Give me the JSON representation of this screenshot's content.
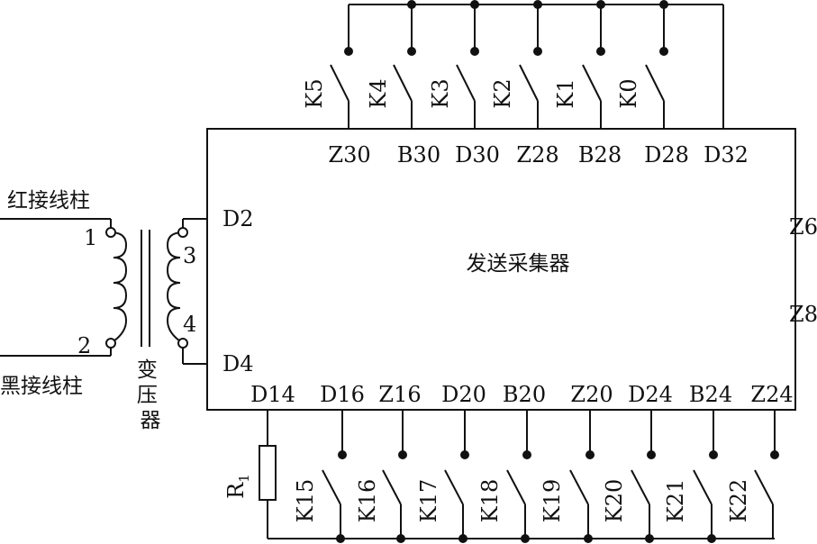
{
  "collector": {
    "label": "发送采集器",
    "top_pins": [
      "Z30",
      "B30",
      "D30",
      "Z28",
      "B28",
      "D28",
      "D32"
    ],
    "bottom_pins": [
      "D14",
      "D16",
      "Z16",
      "D20",
      "B20",
      "Z20",
      "D24",
      "B24",
      "Z24"
    ],
    "left_pins": [
      "D2",
      "D4"
    ],
    "right_pins": [
      "Z6",
      "Z8"
    ]
  },
  "top_switches": [
    "K5",
    "K4",
    "K3",
    "K2",
    "K1",
    "K0"
  ],
  "bottom_switches": [
    "K15",
    "K16",
    "K17",
    "K18",
    "K19",
    "K20",
    "K21",
    "K22"
  ],
  "transformer": {
    "label": "变压器",
    "primary_terminals": [
      "1",
      "2"
    ],
    "secondary_terminals": [
      "3",
      "4"
    ]
  },
  "terminals": {
    "red": "红接线柱",
    "black": "黑接线柱"
  },
  "resistor": {
    "label": "R",
    "subscript": "1"
  }
}
